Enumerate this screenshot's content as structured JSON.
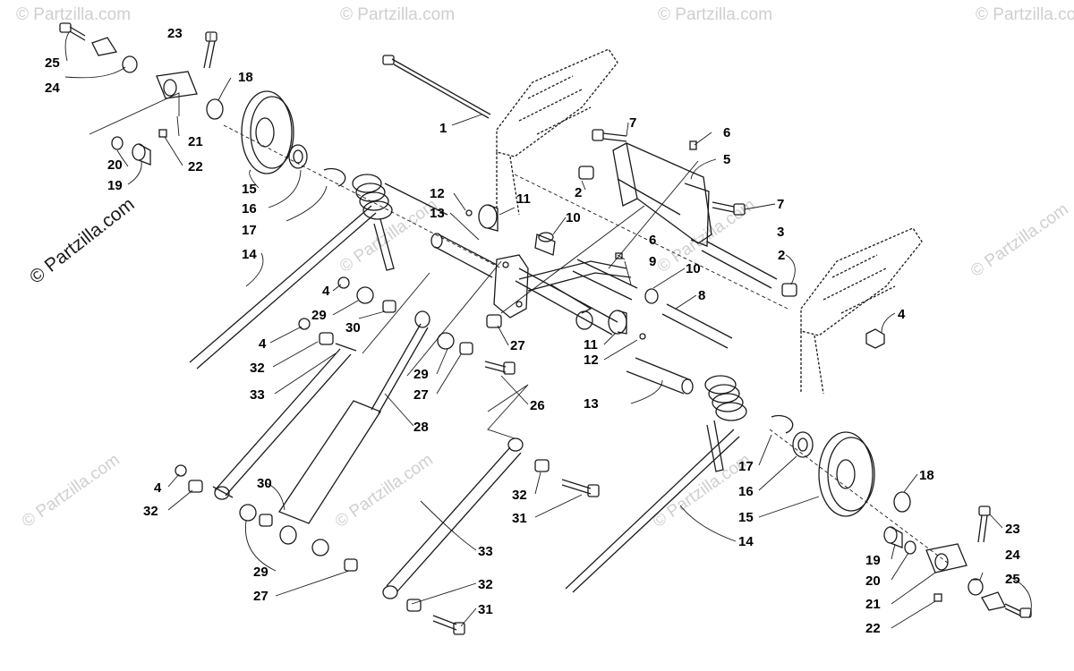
{
  "diagram": {
    "brand_text": "© Partzilla.com",
    "watermark_text": "© Partzilla.com",
    "callouts": [
      {
        "id": "c1",
        "label": "1"
      },
      {
        "id": "c2a",
        "label": "2"
      },
      {
        "id": "c2b",
        "label": "2"
      },
      {
        "id": "c3",
        "label": "3"
      },
      {
        "id": "c4a",
        "label": "4"
      },
      {
        "id": "c4b",
        "label": "4"
      },
      {
        "id": "c4c",
        "label": "4"
      },
      {
        "id": "c4d",
        "label": "4"
      },
      {
        "id": "c5",
        "label": "5"
      },
      {
        "id": "c6a",
        "label": "6"
      },
      {
        "id": "c6b",
        "label": "6"
      },
      {
        "id": "c7a",
        "label": "7"
      },
      {
        "id": "c7b",
        "label": "7"
      },
      {
        "id": "c8",
        "label": "8"
      },
      {
        "id": "c9",
        "label": "9"
      },
      {
        "id": "c10a",
        "label": "10"
      },
      {
        "id": "c10b",
        "label": "10"
      },
      {
        "id": "c11a",
        "label": "11"
      },
      {
        "id": "c11b",
        "label": "11"
      },
      {
        "id": "c12a",
        "label": "12"
      },
      {
        "id": "c12b",
        "label": "12"
      },
      {
        "id": "c13a",
        "label": "13"
      },
      {
        "id": "c13b",
        "label": "13"
      },
      {
        "id": "c14a",
        "label": "14"
      },
      {
        "id": "c14b",
        "label": "14"
      },
      {
        "id": "c15a",
        "label": "15"
      },
      {
        "id": "c15b",
        "label": "15"
      },
      {
        "id": "c16a",
        "label": "16"
      },
      {
        "id": "c16b",
        "label": "16"
      },
      {
        "id": "c17a",
        "label": "17"
      },
      {
        "id": "c17b",
        "label": "17"
      },
      {
        "id": "c18a",
        "label": "18"
      },
      {
        "id": "c18b",
        "label": "18"
      },
      {
        "id": "c19a",
        "label": "19"
      },
      {
        "id": "c19b",
        "label": "19"
      },
      {
        "id": "c20a",
        "label": "20"
      },
      {
        "id": "c20b",
        "label": "20"
      },
      {
        "id": "c21a",
        "label": "21"
      },
      {
        "id": "c21b",
        "label": "21"
      },
      {
        "id": "c22a",
        "label": "22"
      },
      {
        "id": "c22b",
        "label": "22"
      },
      {
        "id": "c23a",
        "label": "23"
      },
      {
        "id": "c23b",
        "label": "23"
      },
      {
        "id": "c24a",
        "label": "24"
      },
      {
        "id": "c24b",
        "label": "24"
      },
      {
        "id": "c25a",
        "label": "25"
      },
      {
        "id": "c25b",
        "label": "25"
      },
      {
        "id": "c26",
        "label": "26"
      },
      {
        "id": "c27a",
        "label": "27"
      },
      {
        "id": "c27b",
        "label": "27"
      },
      {
        "id": "c27c",
        "label": "27"
      },
      {
        "id": "c28",
        "label": "28"
      },
      {
        "id": "c29a",
        "label": "29"
      },
      {
        "id": "c29b",
        "label": "29"
      },
      {
        "id": "c29c",
        "label": "29"
      },
      {
        "id": "c30a",
        "label": "30"
      },
      {
        "id": "c30b",
        "label": "30"
      },
      {
        "id": "c31a",
        "label": "31"
      },
      {
        "id": "c31b",
        "label": "31"
      },
      {
        "id": "c32a",
        "label": "32"
      },
      {
        "id": "c32b",
        "label": "32"
      },
      {
        "id": "c32c",
        "label": "32"
      },
      {
        "id": "c32d",
        "label": "32"
      },
      {
        "id": "c33a",
        "label": "33"
      },
      {
        "id": "c33b",
        "label": "33"
      }
    ]
  }
}
